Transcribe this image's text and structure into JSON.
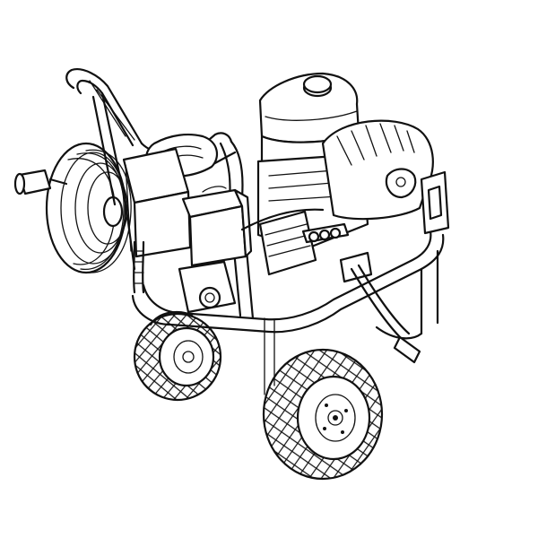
{
  "figure": {
    "kind": "line-drawing",
    "subject": "pressure washer",
    "colors": {
      "ink": "#111111",
      "background": "#ffffff"
    },
    "parts": [
      "handle-frame",
      "hose-reel",
      "engine",
      "fuel-tank",
      "air-filter-cover",
      "pump",
      "spray-wand",
      "wheel-left",
      "wheel-right",
      "base-frame"
    ]
  }
}
